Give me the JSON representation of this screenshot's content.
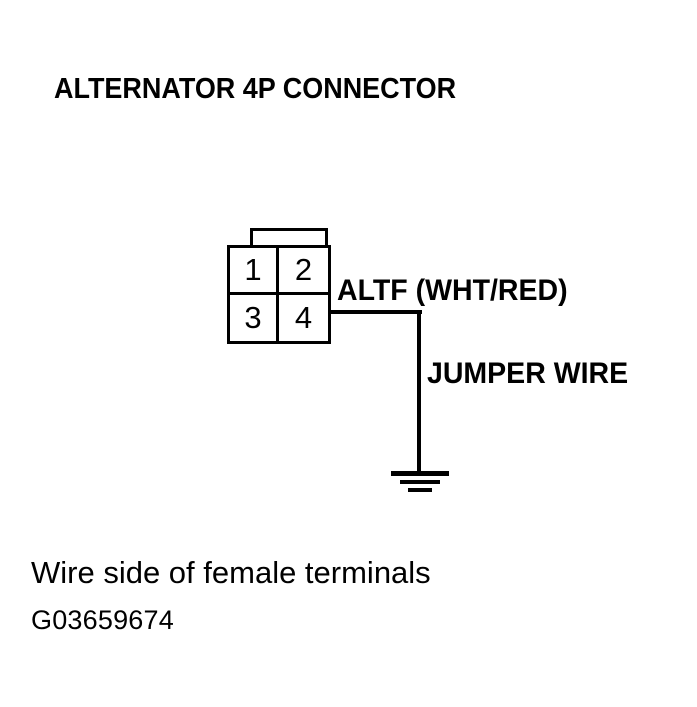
{
  "diagram": {
    "title": "ALTERNATOR 4P CONNECTOR",
    "caption_note": "Wire side of female terminals",
    "figure_code": "G03659674",
    "background_color": "#ffffff",
    "line_color": "#000000"
  },
  "connector": {
    "name": "Alternator 4P Connector",
    "pin_count": 4,
    "rows": 2,
    "columns": 2,
    "pins": [
      {
        "number": "1",
        "row": 0,
        "column": 0
      },
      {
        "number": "2",
        "row": 0,
        "column": 1
      },
      {
        "number": "3",
        "row": 1,
        "column": 0
      },
      {
        "number": "4",
        "row": 1,
        "column": 1
      }
    ],
    "tab": "locking-tab"
  },
  "wiring": {
    "signal_label": "ALTF (WHT/RED)",
    "signal_name": "ALTF",
    "wire_color": "WHT/RED",
    "jumper_label": "JUMPER WIRE",
    "source_pin": "4",
    "termination": "ground"
  }
}
